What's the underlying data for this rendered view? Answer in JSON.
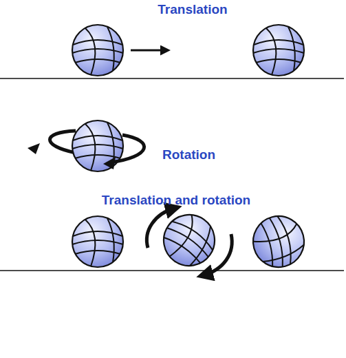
{
  "diagram": {
    "labels": [
      "Translation",
      "Rotation",
      "Translation and rotation"
    ]
  }
}
